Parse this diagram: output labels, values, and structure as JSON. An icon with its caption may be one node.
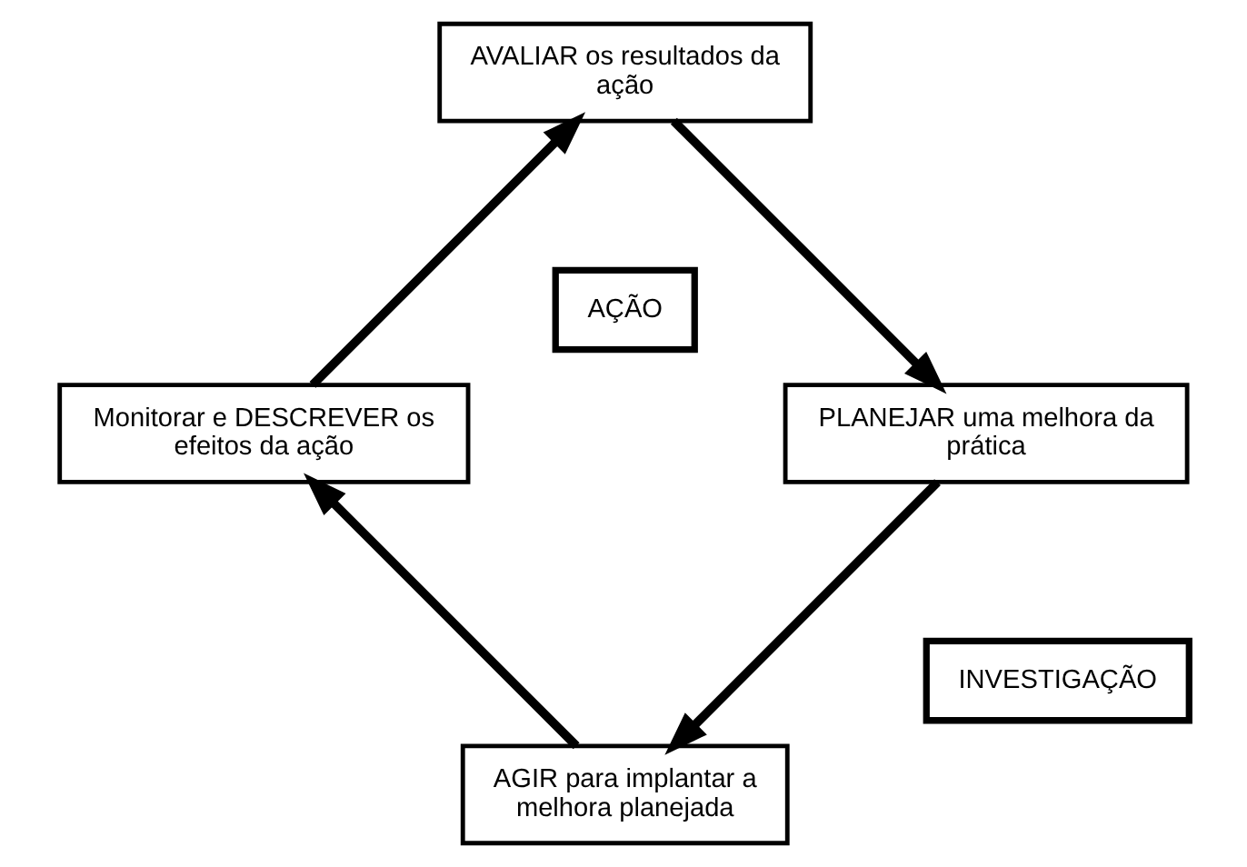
{
  "diagram": {
    "nodes": [
      {
        "text": [
          "AÇÃO"
        ]
      },
      {
        "text": [
          "AGIR para implantar a melhora planejada"
        ]
      },
      {
        "text": [
          "Monitorar e DESCREVER os efeitos da ação"
        ]
      },
      {
        "text": [
          "AVALIAR os resultados da ação"
        ]
      },
      {
        "text": [
          "PLANEJAR uma melhora da prática"
        ]
      },
      {
        "text": [
          "INVESTIGAÇÃO"
        ]
      }
    ],
    "edges": [
      {
        "from": 1,
        "to": 2,
        "arrow": "to"
      },
      {
        "from": 2,
        "to": 3,
        "arrow": "to"
      },
      {
        "from": 3,
        "to": 4,
        "arrow": "to"
      },
      {
        "from": 4,
        "to": 1,
        "arrow": "to"
      }
    ]
  }
}
